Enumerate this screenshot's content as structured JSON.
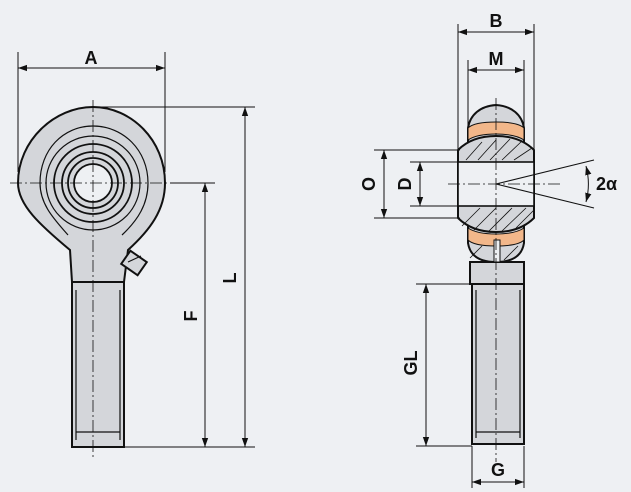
{
  "colors": {
    "background": "#eef0f3",
    "part_fill": "#d4d6da",
    "liner_fill": "#f2b78a",
    "line": "#111111"
  },
  "labels": {
    "A": "A",
    "F": "F",
    "L": "L",
    "B": "B",
    "M": "M",
    "O": "O",
    "D": "D",
    "two_alpha": "2α",
    "GL": "GL",
    "G": "G"
  }
}
